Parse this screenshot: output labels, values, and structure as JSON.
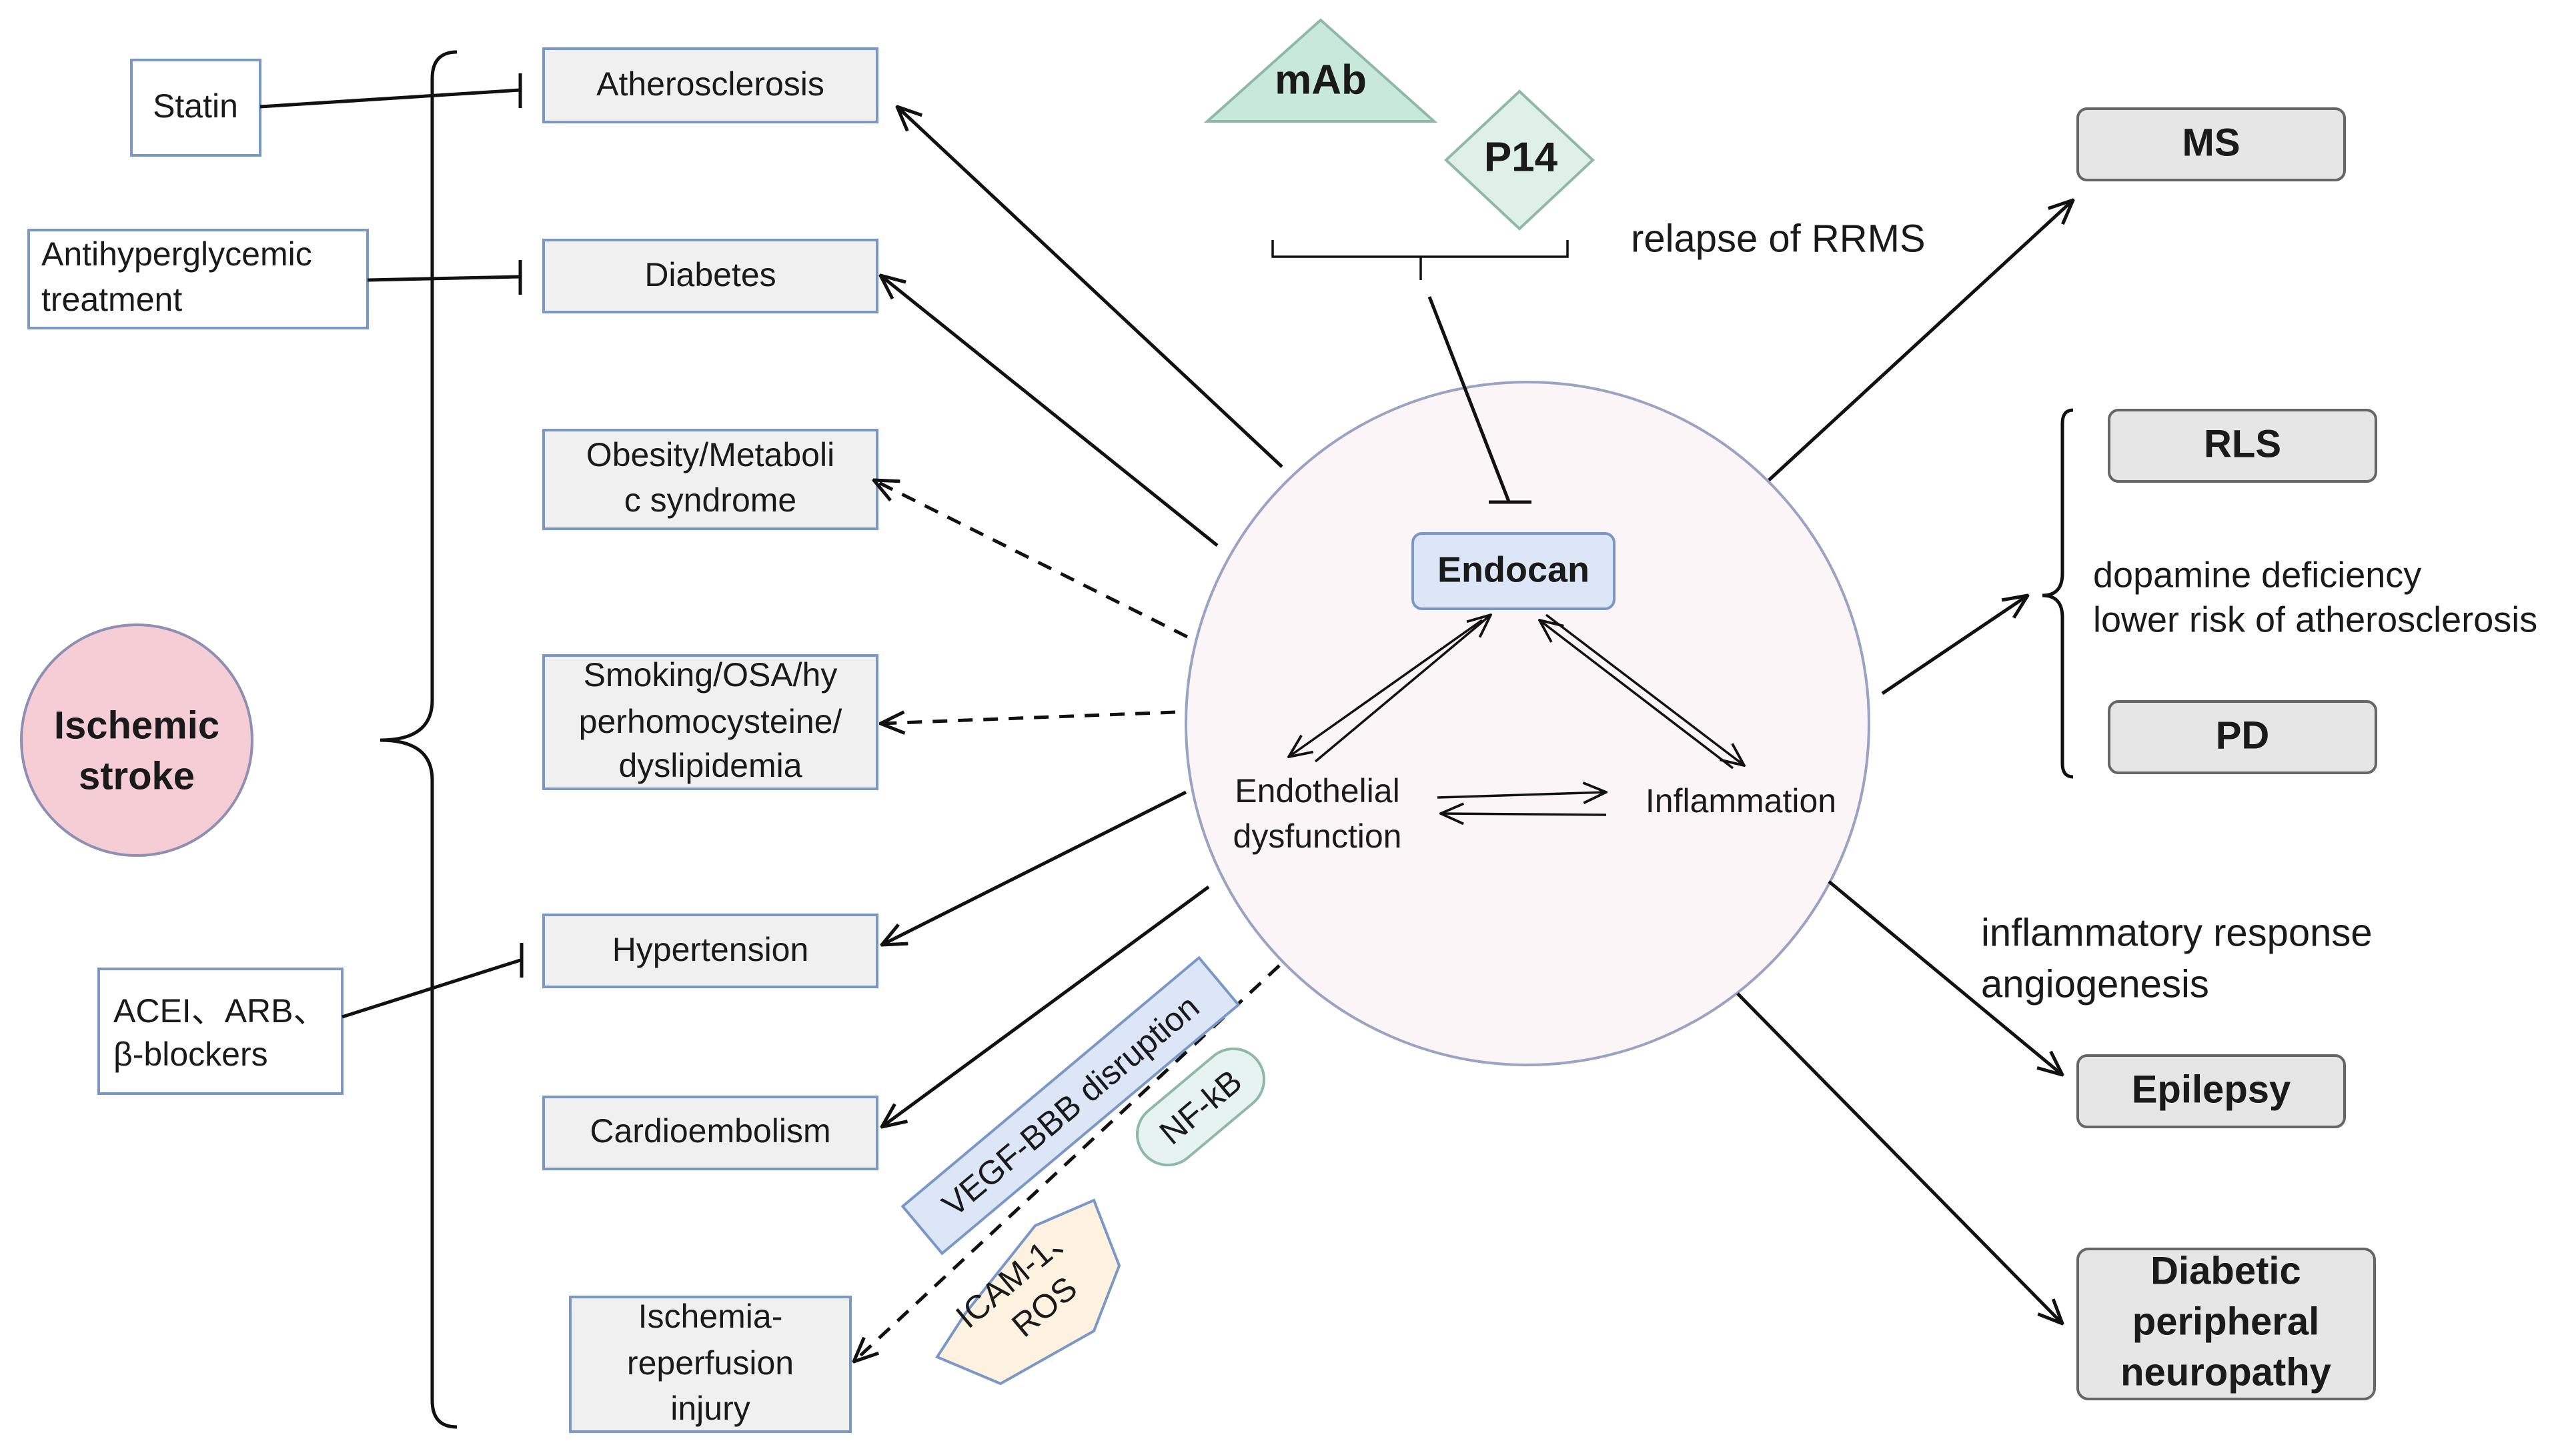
{
  "colors": {
    "risk_box_fill": "#f0f0f0",
    "risk_box_stroke": "#7b97c5",
    "treatment_box_stroke": "#7b97c5",
    "stroke_fill": "#f4cdd5",
    "stroke_border": "#8e8fb3",
    "circle_fill": "#fbf5f8",
    "circle_stroke": "#9aa3c3",
    "endocan_fill": "#dce6f7",
    "endocan_stroke": "#7b97c5",
    "mab_fill": "#c8e8d9",
    "mab_stroke": "#8fb8a8",
    "p14_fill": "#dff0e8",
    "p14_stroke": "#8fb8a8",
    "vegf_fill": "#dce6f7",
    "nfkb_fill": "#e6f3f0",
    "icam_fill": "#fdf2e0",
    "disease_fill": "#e6e6e6",
    "disease_stroke": "#666666"
  },
  "ischemic_stroke": {
    "line1": "Ischemic",
    "line2": "stroke"
  },
  "treatments": {
    "statin": "Statin",
    "antihyper_line1": "Antihyperglycemic",
    "antihyper_line2": "treatment",
    "acei_line1": "ACEI、ARB、",
    "acei_line2": "β-blockers"
  },
  "risk_factors": {
    "atherosclerosis": "Atherosclerosis",
    "diabetes": "Diabetes",
    "obesity_line1": "Obesity/Metaboli",
    "obesity_line2": "c syndrome",
    "smoking_line1": "Smoking/OSA/hy",
    "smoking_line2": "perhomocysteine/",
    "smoking_line3": "dyslipidemia",
    "hypertension": "Hypertension",
    "cardioembolism": "Cardioembolism",
    "ischemia_line1": "Ischemia-",
    "ischemia_line2": "reperfusion",
    "ischemia_line3": "injury"
  },
  "inhibitors": {
    "mab": "mAb",
    "p14": "P14"
  },
  "center": {
    "endocan": "Endocan",
    "endothelial_line1": "Endothelial",
    "endothelial_line2": "dysfunction",
    "inflammation": "Inflammation"
  },
  "pathway_labels": {
    "vegf": "VEGF-BBB disruption",
    "nfkb": "NF-kB",
    "icam_line1": "ICAM-1、",
    "icam_line2": "ROS"
  },
  "diseases": {
    "ms": "MS",
    "rls": "RLS",
    "pd": "PD",
    "epilepsy": "Epilepsy",
    "dpn_line1": "Diabetic",
    "dpn_line2": "peripheral",
    "dpn_line3": "neuropathy"
  },
  "annotations": {
    "relapse": "relapse of RRMS",
    "dopamine": "dopamine deficiency",
    "lower_risk": "lower risk of atherosclerosis",
    "inflammatory": "inflammatory response",
    "angiogenesis": "angiogenesis"
  }
}
